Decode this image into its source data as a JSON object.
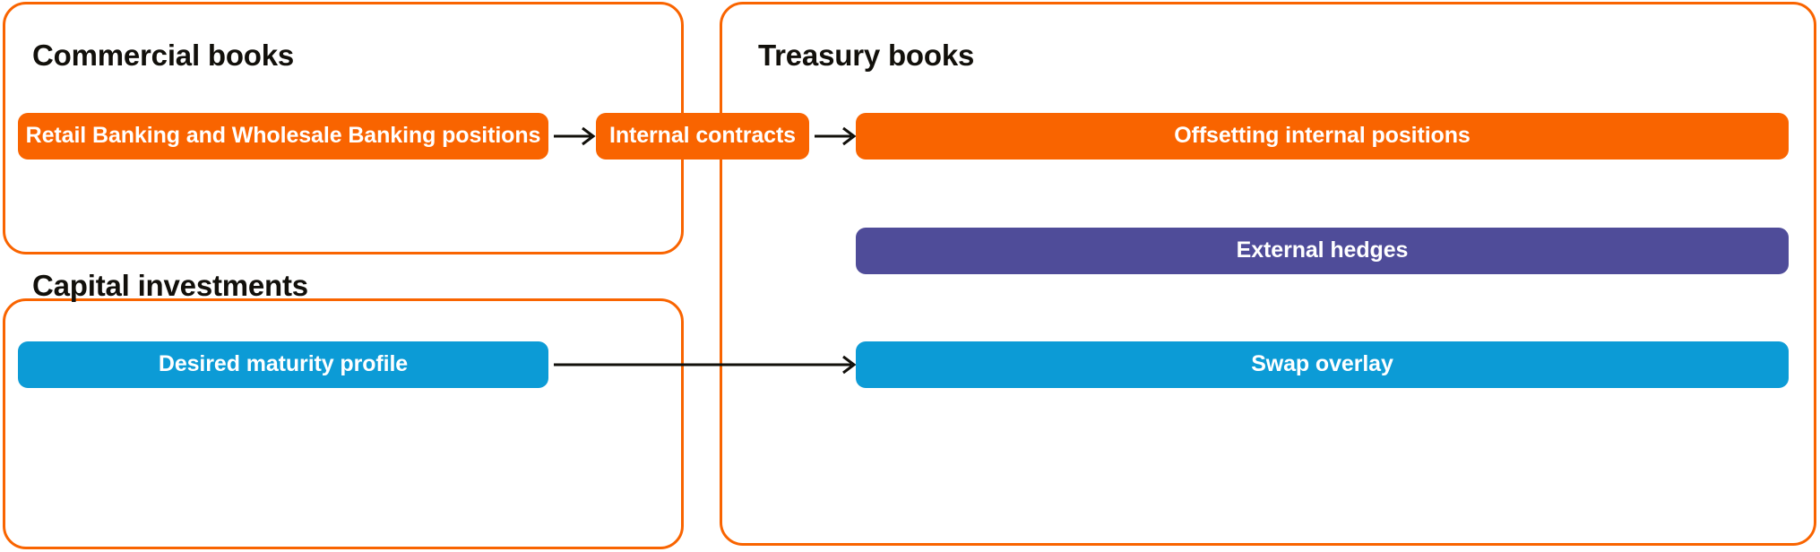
{
  "diagram": {
    "panels": [
      {
        "id": "commercial",
        "title": "Commercial books"
      },
      {
        "id": "capital",
        "title": "Capital investments"
      },
      {
        "id": "treasury",
        "title": "Treasury books"
      }
    ],
    "nodes": [
      {
        "id": "retail",
        "label": "Retail Banking and Wholesale Banking positions",
        "color": "#F96400"
      },
      {
        "id": "internal",
        "label": "Internal contracts",
        "color": "#F96400"
      },
      {
        "id": "offsetting",
        "label": "Offsetting internal positions",
        "color": "#F96400"
      },
      {
        "id": "hedges",
        "label": "External hedges",
        "color": "#4F4C99"
      },
      {
        "id": "maturity",
        "label": "Desired maturity profile",
        "color": "#0C9BD6"
      },
      {
        "id": "swap",
        "label": "Swap overlay",
        "color": "#0C9BD6"
      }
    ],
    "connectors": [
      {
        "id": "retail-to-internal",
        "from": "retail",
        "to": "internal",
        "style": "arrow-right"
      },
      {
        "id": "internal-to-offsetting",
        "from": "internal",
        "to": "offsetting",
        "style": "arrow-right"
      },
      {
        "id": "maturity-to-swap",
        "from": "maturity",
        "to": "swap",
        "style": "arrow-right"
      }
    ],
    "colors": {
      "orange": "#F96400",
      "blue": "#0C9BD6",
      "purple": "#4F4C99",
      "text_dark": "#12100B",
      "text_light": "#FFFFFF",
      "background": "#FFFFFF"
    }
  }
}
